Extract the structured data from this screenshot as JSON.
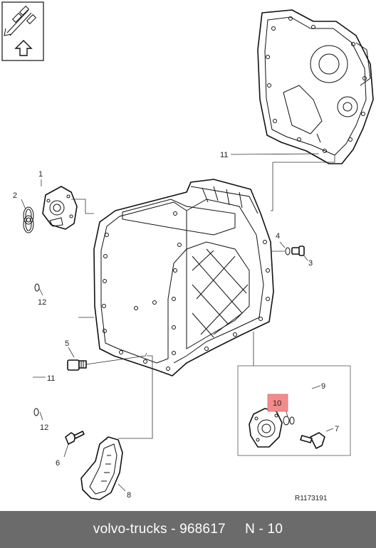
{
  "callouts": {
    "c1": "1",
    "c2": "2",
    "c3": "3",
    "c4": "4",
    "c5": "5",
    "c6": "6",
    "c7": "7",
    "c8": "8",
    "c9": "9",
    "c10": "10",
    "c11_top": "11",
    "c11_pipe": "11",
    "c12_top": "12",
    "c12_bottom": "12"
  },
  "reference_code": "R1173191",
  "footer": {
    "brand_part": "volvo-trucks - 968617",
    "page": "N - 10"
  },
  "colors": {
    "footer_bg": "#6b6b6b",
    "highlight": "#f28b8b",
    "line": "#111111"
  },
  "icons": {
    "navigation": "up-arrow-icon"
  }
}
